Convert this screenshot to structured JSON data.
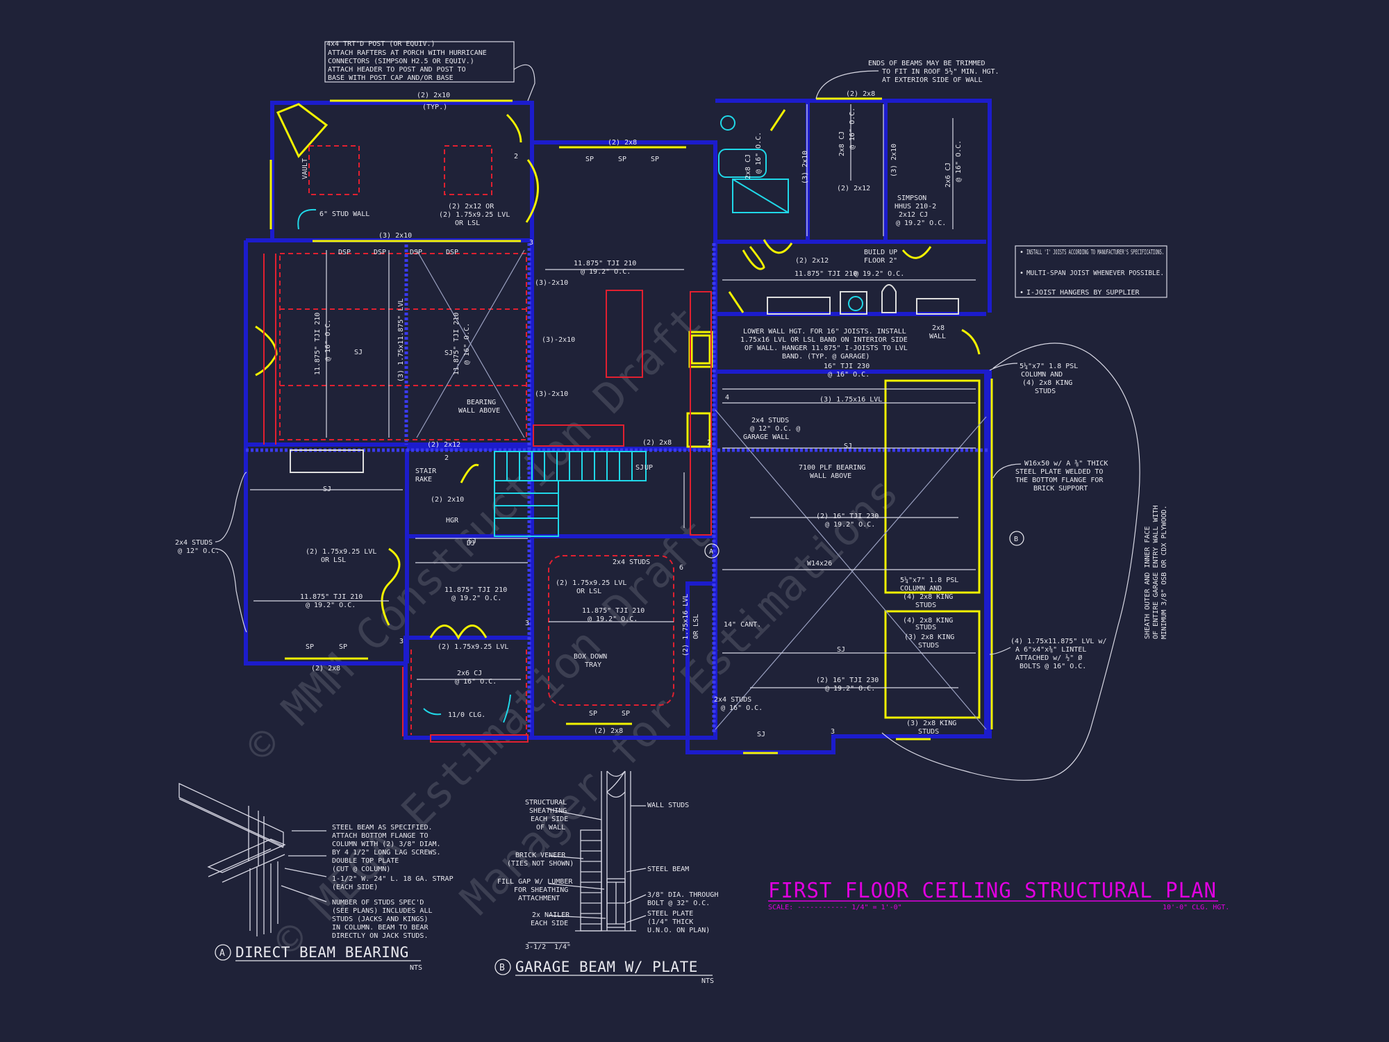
{
  "title": {
    "main": "FIRST FLOOR CEILING STRUCTURAL PLAN",
    "scale": "SCALE: ------------ 1/4\" = 1'-0\"",
    "ceiling": "10'-0\" CLG. HGT."
  },
  "watermark": [
    "© MMM Construction Draft",
    "Manager for Estimations",
    "© MEGA Estimation Draft"
  ],
  "notes_box": [
    "INSTALL 'I' JOISTS ACCORDING TO MANUFACTURER'S SPECIFICATIONS.",
    "MULTI-SPAN JOIST WHENEVER POSSIBLE.",
    "I-JOIST HANGERS BY SUPPLIER"
  ],
  "callouts": {
    "porch_post": [
      "4x4 TRT'D POST (OR EQUIV.)",
      "ATTACH RAFTERS AT PORCH WITH HURRICANE",
      "CONNECTORS (SIMPSON H2.5 OR EQUIV.)",
      "ATTACH HEADER TO POST AND POST TO",
      "BASE WITH POST CAP AND/OR BASE"
    ],
    "beam_trim": [
      "ENDS OF BEAMS MAY BE TRIMMED",
      "TO FIT IN ROOF 5½\" MIN. HGT.",
      "AT EXTERIOR SIDE OF WALL"
    ],
    "lower_wall": [
      "LOWER WALL HGT. FOR 16\" JOISTS. INSTALL",
      "1.75x16 LVL OR LSL BAND ON INTERIOR SIDE",
      "OF WALL. HANGER 11.875\" I-JOISTS TO LVL",
      "BAND. (TYP. @ GARAGE)"
    ],
    "steel_beam": [
      "W16x50 w/ A ⅜\" THICK",
      "STEEL PLATE WELDED TO",
      "THE BOTTOM FLANGE FOR",
      "BRICK SUPPORT"
    ],
    "psl_col": [
      "5¼\"x7\" 1.8 PSL",
      "COLUMN AND",
      "(4) 2x8 KING",
      "STUDS"
    ],
    "lvl_lintel": [
      "(4) 1.75x11.875\" LVL w/",
      "A 6\"x4\"x⅜\" LINTEL",
      "ATTACHED w/ ½\" Ø",
      "BOLTS @ 16\" O.C."
    ],
    "sheath": [
      "SHEATH OUTER AND INNER FACE",
      "OF ENTIRE GARAGE ENTRY WALL WITH",
      "MINIMUM 3/8\" OSB OR CDX PLYWOOD."
    ],
    "studs_left": [
      "2x4 STUDS",
      "@ 12\" O.C."
    ]
  },
  "plan_labels": {
    "two_2x10_typ": "(2) 2x10",
    "typ": "(TYP.)",
    "vault": "VAULT",
    "six_stud": "6\" STUD WALL",
    "two_2x12_or": "(2) 2x12 OR",
    "two_lvl_or": "(2) 1.75x9.25 LVL",
    "or_lsl": "OR LSL",
    "three_2x10": "(3) 2x10",
    "two_2x8_a": "(2) 2x8",
    "sp": "SP",
    "dsp": "DSP",
    "tji_210_1": "11.875\" TJI 210",
    "at_192": "@ 19.2\" O.C.",
    "at_16": "@ 16\" O.C.",
    "three_2x10b": "(3)-2x10",
    "bearing_above": "BEARING",
    "wall_above": "WALL ABOVE",
    "two_2x12": "(2) 2x12",
    "stair_rake": "STAIR",
    "rake": "RAKE",
    "two_2x10": "(2) 2x10",
    "hgr": "HGR",
    "sj": "SJ",
    "dj": "DJ",
    "up": "UP",
    "box_down": "BOX DOWN",
    "tray": "TRAY",
    "clg_11": "11/0 CLG.",
    "two_6cj": "2x6 CJ",
    "cant": "14\" CANT.",
    "tji_230": "16\" TJI 230",
    "two_tji_230": "(2) 16\" TJI 230",
    "three_lvl": "(3) 1.75x16 LVL",
    "garage_wall_1": "2x4 STUDS",
    "garage_wall_2": "@ 12\" O.C. @",
    "garage_wall_3": "GARAGE WALL",
    "plf_1": "7100 PLF BEARING",
    "plf_2": "WALL ABOVE",
    "w14": "W14x26",
    "simpson_1": "SIMPSON",
    "simpson_2": "HHUS 210-2",
    "simpson_3": "2x12 CJ",
    "build_up": "BUILD UP",
    "floor_2": "FLOOR 2\"",
    "two_2x8cj": "2x8 CJ",
    "two_2x6cj": "2x6 CJ",
    "two_2x8": "2x8",
    "wall": "WALL",
    "king_3": "(3) 2x8 KING",
    "king_4": "(4) 2x8 KING",
    "studs": "STUDS",
    "two_2x8_b": "(2) 2x8",
    "marker_a": "A",
    "marker_b": "B",
    "num_2": "2",
    "num_3": "3",
    "num_4": "4",
    "num_6": "6",
    "tji_three_lvl": "(3) 1.75x11.875\" LVL",
    "two_lvl_16": "(2) 1.75x16 LVL",
    "or_lsl_v": "OR LSL"
  },
  "details": {
    "a_title": "DIRECT BEAM BEARING",
    "a_letter": "A",
    "a_nts": "NTS",
    "a_notes": [
      [
        "STEEL BEAM AS SPECIFIED.",
        "ATTACH BOTTOM FLANGE TO",
        "COLUMN WITH (2) 3/8\" DIAM.",
        "BY 4 1/2\" LONG LAG SCREWS."
      ],
      [
        "DOUBLE TOP PLATE",
        "(CUT @ COLUMN)"
      ],
      [
        "1-1/2\" W. 24\" L. 18 GA. STRAP",
        "(EACH SIDE)"
      ],
      [
        "NUMBER OF STUDS SPEC'D",
        "(SEE PLANS) INCLUDES ALL",
        "STUDS (JACKS AND KINGS)",
        "IN COLUMN. BEAM TO BEAR",
        "DIRECTLY ON JACK STUDS."
      ]
    ],
    "b_title": "GARAGE BEAM W/ PLATE",
    "b_letter": "B",
    "b_nts": "NTS",
    "b_left": [
      [
        "STRUCTURAL",
        "SHEATHING",
        "EACH SIDE",
        "OF WALL"
      ],
      [
        "BRICK VENEER",
        "(TIES NOT SHOWN)"
      ],
      [
        "FILL GAP W/ LUMBER",
        "FOR SHEATHING",
        "ATTACHMENT"
      ],
      [
        "2x NAILER",
        "EACH SIDE"
      ]
    ],
    "b_right": [
      [
        "WALL STUDS"
      ],
      [
        "STEEL BEAM"
      ],
      [
        "3/8\" DIA. THROUGH",
        "BOLT @ 32\" O.C."
      ],
      [
        "STEEL PLATE",
        "(1/4\" THICK",
        "U.N.O. ON PLAN)"
      ]
    ],
    "b_dims": [
      "3-1/2",
      "1/4\""
    ]
  },
  "colors": {
    "background": "#1f2238",
    "wall": "#1c1ccc",
    "header": "#f2f200",
    "text": "#e8e8ee",
    "red": "#e02030",
    "cyan": "#20d8e8",
    "title": "#e000e0"
  }
}
